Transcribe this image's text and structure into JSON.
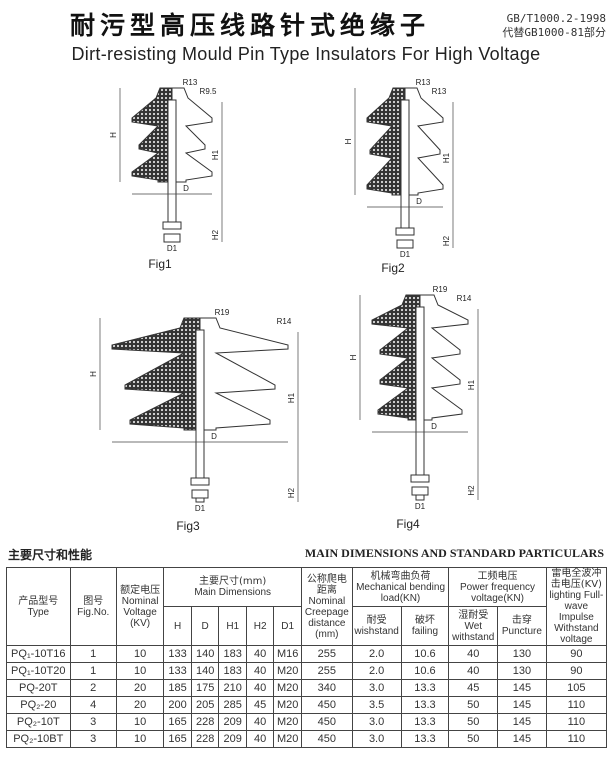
{
  "header": {
    "title_cn": "耐污型高压线路针式绝缘子",
    "title_en": "Dirt-resisting Mould Pin Type Insulators For High Voltage",
    "standard": "GB/T1000.2-1998",
    "replaces": "代替GB1000-81部分"
  },
  "figures": [
    {
      "caption": "Fig1",
      "labels": {
        "r_top": "R13",
        "r_side": "R9.5",
        "h": "H",
        "h1": "H1",
        "h2": "H2",
        "d": "D",
        "d1": "D1"
      }
    },
    {
      "caption": "Fig2",
      "labels": {
        "r_top": "R13",
        "r_side": "R13",
        "h": "H",
        "h1": "H1",
        "h2": "H2",
        "d": "D",
        "d1": "D1"
      }
    },
    {
      "caption": "Fig3",
      "labels": {
        "r_top": "R19",
        "r_side": "R14",
        "h": "H",
        "h1": "H1",
        "h2": "H2",
        "d": "D",
        "d1": "D1"
      }
    },
    {
      "caption": "Fig4",
      "labels": {
        "r_top": "R19",
        "r_side": "R14",
        "h": "H",
        "h1": "H1",
        "h2": "H2",
        "d": "D",
        "d1": "D1"
      }
    }
  ],
  "section": {
    "title_cn": "主要尺寸和性能",
    "title_en": "MAIN DIMENSIONS AND STANDARD PARTICULARS"
  },
  "table": {
    "headers": {
      "type_cn": "产品型号",
      "type_en": "Type",
      "fig_cn": "图号",
      "fig_en": "Fig.No.",
      "volt_cn": "额定电压",
      "volt_en": "Nominal Voltage (KV)",
      "dims_cn": "主要尺寸(mm)",
      "dims_en": "Main Dimensions",
      "h": "H",
      "d": "D",
      "h1": "H1",
      "h2": "H2",
      "d1": "D1",
      "creep_cn": "公称爬电距离",
      "creep_en": "Nominal Creepage distance (mm)",
      "mech_cn": "机械弯曲负荷",
      "mech_en": "Mechanical bending load(KN)",
      "withstand_cn": "耐受",
      "withstand_en": "wishstand",
      "failing_cn": "破坏",
      "failing_en": "failing",
      "pf_cn": "工频电压",
      "pf_en": "Power frequency voltage(KN)",
      "wet_cn": "湿耐受",
      "wet_en": "Wet withstand",
      "puncture_cn": "击穿",
      "puncture_en": "Puncture",
      "imp_cn": "雷电全波冲击电压(KV)",
      "imp_en": "lighting Full-wave Impulse Withstand voltage"
    },
    "rows": [
      [
        "PQ₁-10T16",
        "1",
        "10",
        "133",
        "140",
        "183",
        "40",
        "M16",
        "255",
        "2.0",
        "10.6",
        "40",
        "130",
        "90"
      ],
      [
        "PQ₁-10T20",
        "1",
        "10",
        "133",
        "140",
        "183",
        "40",
        "M20",
        "255",
        "2.0",
        "10.6",
        "40",
        "130",
        "90"
      ],
      [
        "PQ-20T",
        "2",
        "20",
        "185",
        "175",
        "210",
        "40",
        "M20",
        "340",
        "3.0",
        "13.3",
        "45",
        "145",
        "105"
      ],
      [
        "PQ₂-20",
        "4",
        "20",
        "200",
        "205",
        "285",
        "45",
        "M20",
        "450",
        "3.5",
        "13.3",
        "50",
        "145",
        "110"
      ],
      [
        "PQ₂-10T",
        "3",
        "10",
        "165",
        "228",
        "209",
        "40",
        "M20",
        "450",
        "3.0",
        "13.3",
        "50",
        "145",
        "110"
      ],
      [
        "PQ₂-10BT",
        "3",
        "10",
        "165",
        "228",
        "209",
        "40",
        "M20",
        "450",
        "3.0",
        "13.3",
        "50",
        "145",
        "110"
      ]
    ]
  }
}
